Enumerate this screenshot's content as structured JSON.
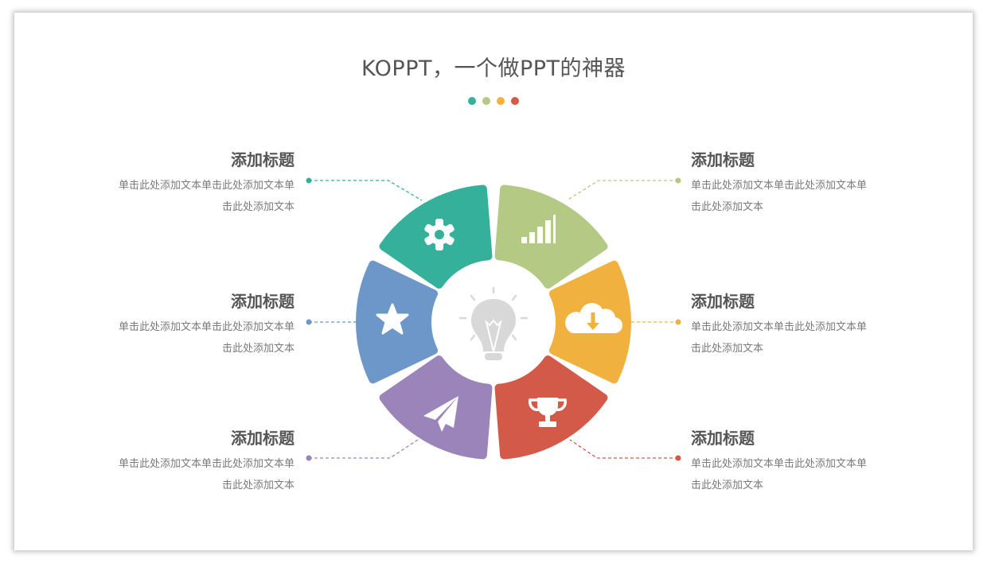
{
  "slide": {
    "title": "KOPPT，一个做PPT的神器",
    "title_dots": [
      "#35b09b",
      "#b4c983",
      "#f0b13f",
      "#d35a48"
    ]
  },
  "center_icon": "lightbulb-icon",
  "segments": [
    {
      "position": "top-left",
      "color": "#35b09b",
      "icon": "gear-icon"
    },
    {
      "position": "top-right",
      "color": "#b4c983",
      "icon": "signal-bars-icon"
    },
    {
      "position": "right",
      "color": "#f0b13f",
      "icon": "cloud-download-icon"
    },
    {
      "position": "bottom-right",
      "color": "#d35a48",
      "icon": "trophy-icon"
    },
    {
      "position": "bottom-left",
      "color": "#9b84b9",
      "icon": "paper-plane-icon"
    },
    {
      "position": "left",
      "color": "#6e97c9",
      "icon": "star-icon"
    }
  ],
  "blocks": {
    "left_top": {
      "heading": "添加标题",
      "line1": "单击此处添加文本单击此处添加文本单",
      "line2": "击此处添加文本"
    },
    "left_mid": {
      "heading": "添加标题",
      "line1": "单击此处添加文本单击此处添加文本单",
      "line2": "击此处添加文本"
    },
    "left_bottom": {
      "heading": "添加标题",
      "line1": "单击此处添加文本单击此处添加文本单",
      "line2": "击此处添加文本"
    },
    "right_top": {
      "heading": "添加标题",
      "line1": "单击此处添加文本单击此处添加文本单",
      "line2": "击此处添加文本"
    },
    "right_mid": {
      "heading": "添加标题",
      "line1": "单击此处添加文本单击此处添加文本单",
      "line2": "击此处添加文本"
    },
    "right_bottom": {
      "heading": "添加标题",
      "line1": "单击此处添加文本单击此处添加文本单",
      "line2": "击此处添加文本"
    }
  }
}
